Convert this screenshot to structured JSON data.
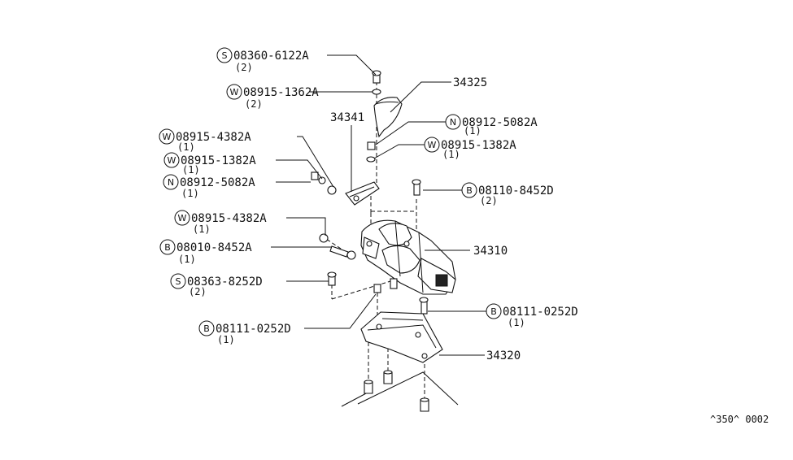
{
  "diagram": {
    "callouts": [
      {
        "prefix": "S",
        "part": "08360-6122A",
        "qty": "(2)"
      },
      {
        "prefix": "W",
        "part": "08915-1362A",
        "qty": "(2)"
      },
      {
        "prefix": "",
        "part": "34325",
        "qty": ""
      },
      {
        "prefix": "",
        "part": "34341",
        "qty": ""
      },
      {
        "prefix": "N",
        "part": "08912-5082A",
        "qty": "(1)"
      },
      {
        "prefix": "W",
        "part": "08915-4382A",
        "qty": "(1)"
      },
      {
        "prefix": "W",
        "part": "08915-1382A",
        "qty": "(1)"
      },
      {
        "prefix": "W",
        "part": "08915-1382A",
        "qty": "(1)"
      },
      {
        "prefix": "N",
        "part": "08912-5082A",
        "qty": "(1)"
      },
      {
        "prefix": "B",
        "part": "08110-8452D",
        "qty": "(2)"
      },
      {
        "prefix": "W",
        "part": "08915-4382A",
        "qty": "(1)"
      },
      {
        "prefix": "B",
        "part": "08010-8452A",
        "qty": "(1)"
      },
      {
        "prefix": "",
        "part": "34310",
        "qty": ""
      },
      {
        "prefix": "S",
        "part": "08363-8252D",
        "qty": "(2)"
      },
      {
        "prefix": "B",
        "part": "08111-0252D",
        "qty": "(1)"
      },
      {
        "prefix": "B",
        "part": "08111-0252D",
        "qty": "(1)"
      },
      {
        "prefix": "",
        "part": "34320",
        "qty": ""
      }
    ],
    "footer_code": "^350^ 0002"
  }
}
